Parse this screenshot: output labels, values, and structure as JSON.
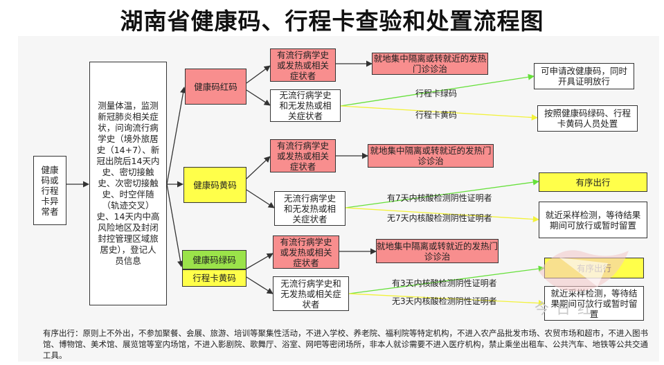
{
  "title": "湖南省健康码、行程卡查验和处置流程图",
  "start": "健康码或行程卡异常者",
  "screening": "测量体温，监测新冠肺炎相关症状，问询流行病学史（境外旅居史（14+7）、新冠出院后14天内史、密切接触史、次密切接触史、时空伴随（轨迹交叉）史、14天内中高风险地区及封闭封控管理区域旅居史），登记人员信息",
  "red_code": {
    "label": "健康码红码",
    "with_history": "有流行病学史或发热或相关症状者",
    "with_history_action": "就地集中隔离或转就近的发热门诊诊治",
    "without_history": "无流行病学史和无发热或相关症状者",
    "edge_green_trip": "行程卡绿码",
    "edge_yellow_trip": "行程卡黄码",
    "green_trip_action": "可申请改健康码，同时开具证明放行",
    "yellow_trip_action": "按照健康码绿码、行程卡黄码人员处置"
  },
  "yellow_code": {
    "label": "健康码黄码",
    "with_history": "有流行病学史或发热或相关症状者",
    "with_history_action": "就地集中隔离或转就近的发热门诊诊治",
    "without_history": "无流行病学史和无发热或相关症状者",
    "edge_has_test": "有7天内核酸检测阴性证明者",
    "edge_no_test": "无7天内核酸检测阴性证明者",
    "has_test_action": "有序出行",
    "no_test_action": "就近采样检测，等待结果期间可放行或暂时留置"
  },
  "green_code": {
    "label": "健康码绿码",
    "trip_label": "行程卡黄码",
    "with_history": "有流行病学史或发热或相关症状者",
    "with_history_action": "就地集中隔离或转就近的发热门诊诊治",
    "without_history": "无流行病学史和无发热或相关症状者",
    "edge_has_test": "有3天内核酸检测阴性证明者",
    "edge_no_test": "无3天内核酸检测阴性证明者",
    "has_test_action": "有序出行",
    "no_test_action": "就近采样检测，等待结果期间可放行或暂时留置"
  },
  "footer": "有序出行：原则上不外出，不参加聚餐、会展、旅游、培训等聚集性活动，不进入学校、养老院、福利院等特定机构，不进入农产品批发市场、农贸市场和超市，不进入图书馆、博物馆、美术馆、展览馆等室内场馆，不进入影剧院、歌舞厅、浴室、网吧等密闭场所，非本人就诊需要不进入医疗机构，禁止乘坐出租车、公共汽车、地铁等公共交通工具。",
  "watermark": "今日红",
  "colors": {
    "red_box": "#f88e8e",
    "yellow_box": "#ffff4a",
    "green_box": "#9be34a",
    "green_line": "#66e03a",
    "yellow_line": "#f2f23a"
  }
}
